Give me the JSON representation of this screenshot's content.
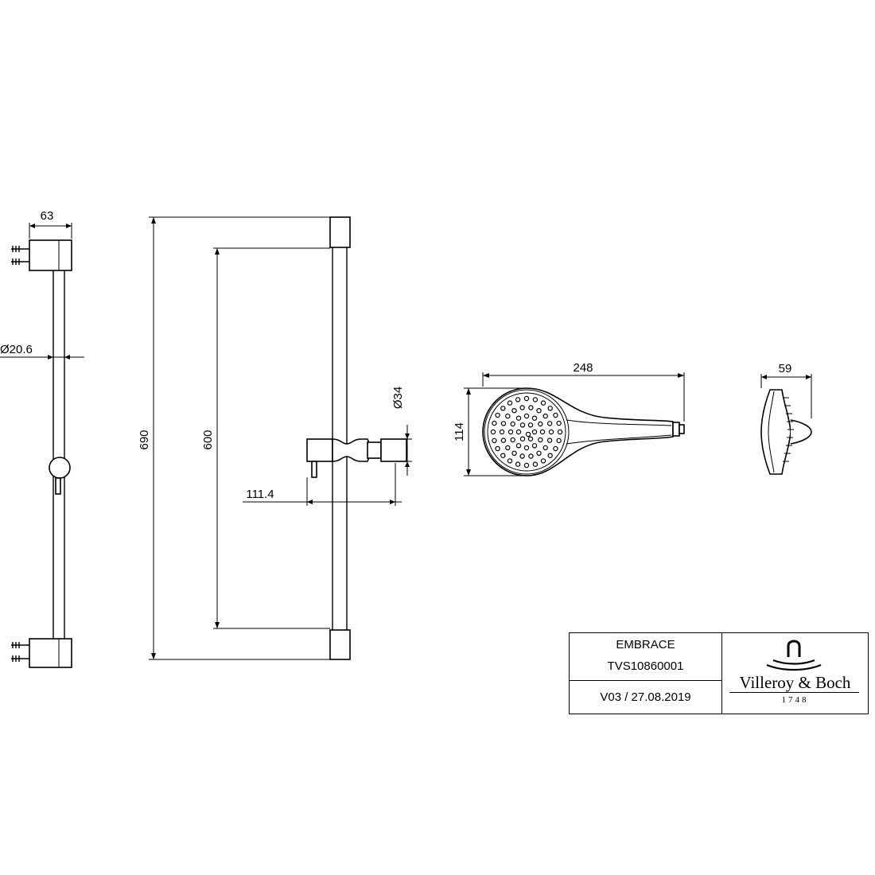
{
  "dimensions": {
    "bracket_depth": "63",
    "rail_diameter": "Ø20.6",
    "rail_length_total": "690",
    "rail_length_inner": "600",
    "holder_diameter": "Ø34",
    "holder_offset": "111.4",
    "head_length": "248",
    "head_width": "114",
    "head_depth": "59"
  },
  "title_block": {
    "product": "EMBRACE",
    "code": "TVS10860001",
    "version": "V03 / 27.08.2019"
  },
  "brand": {
    "name": "Villeroy & Boch",
    "year": "1748"
  }
}
